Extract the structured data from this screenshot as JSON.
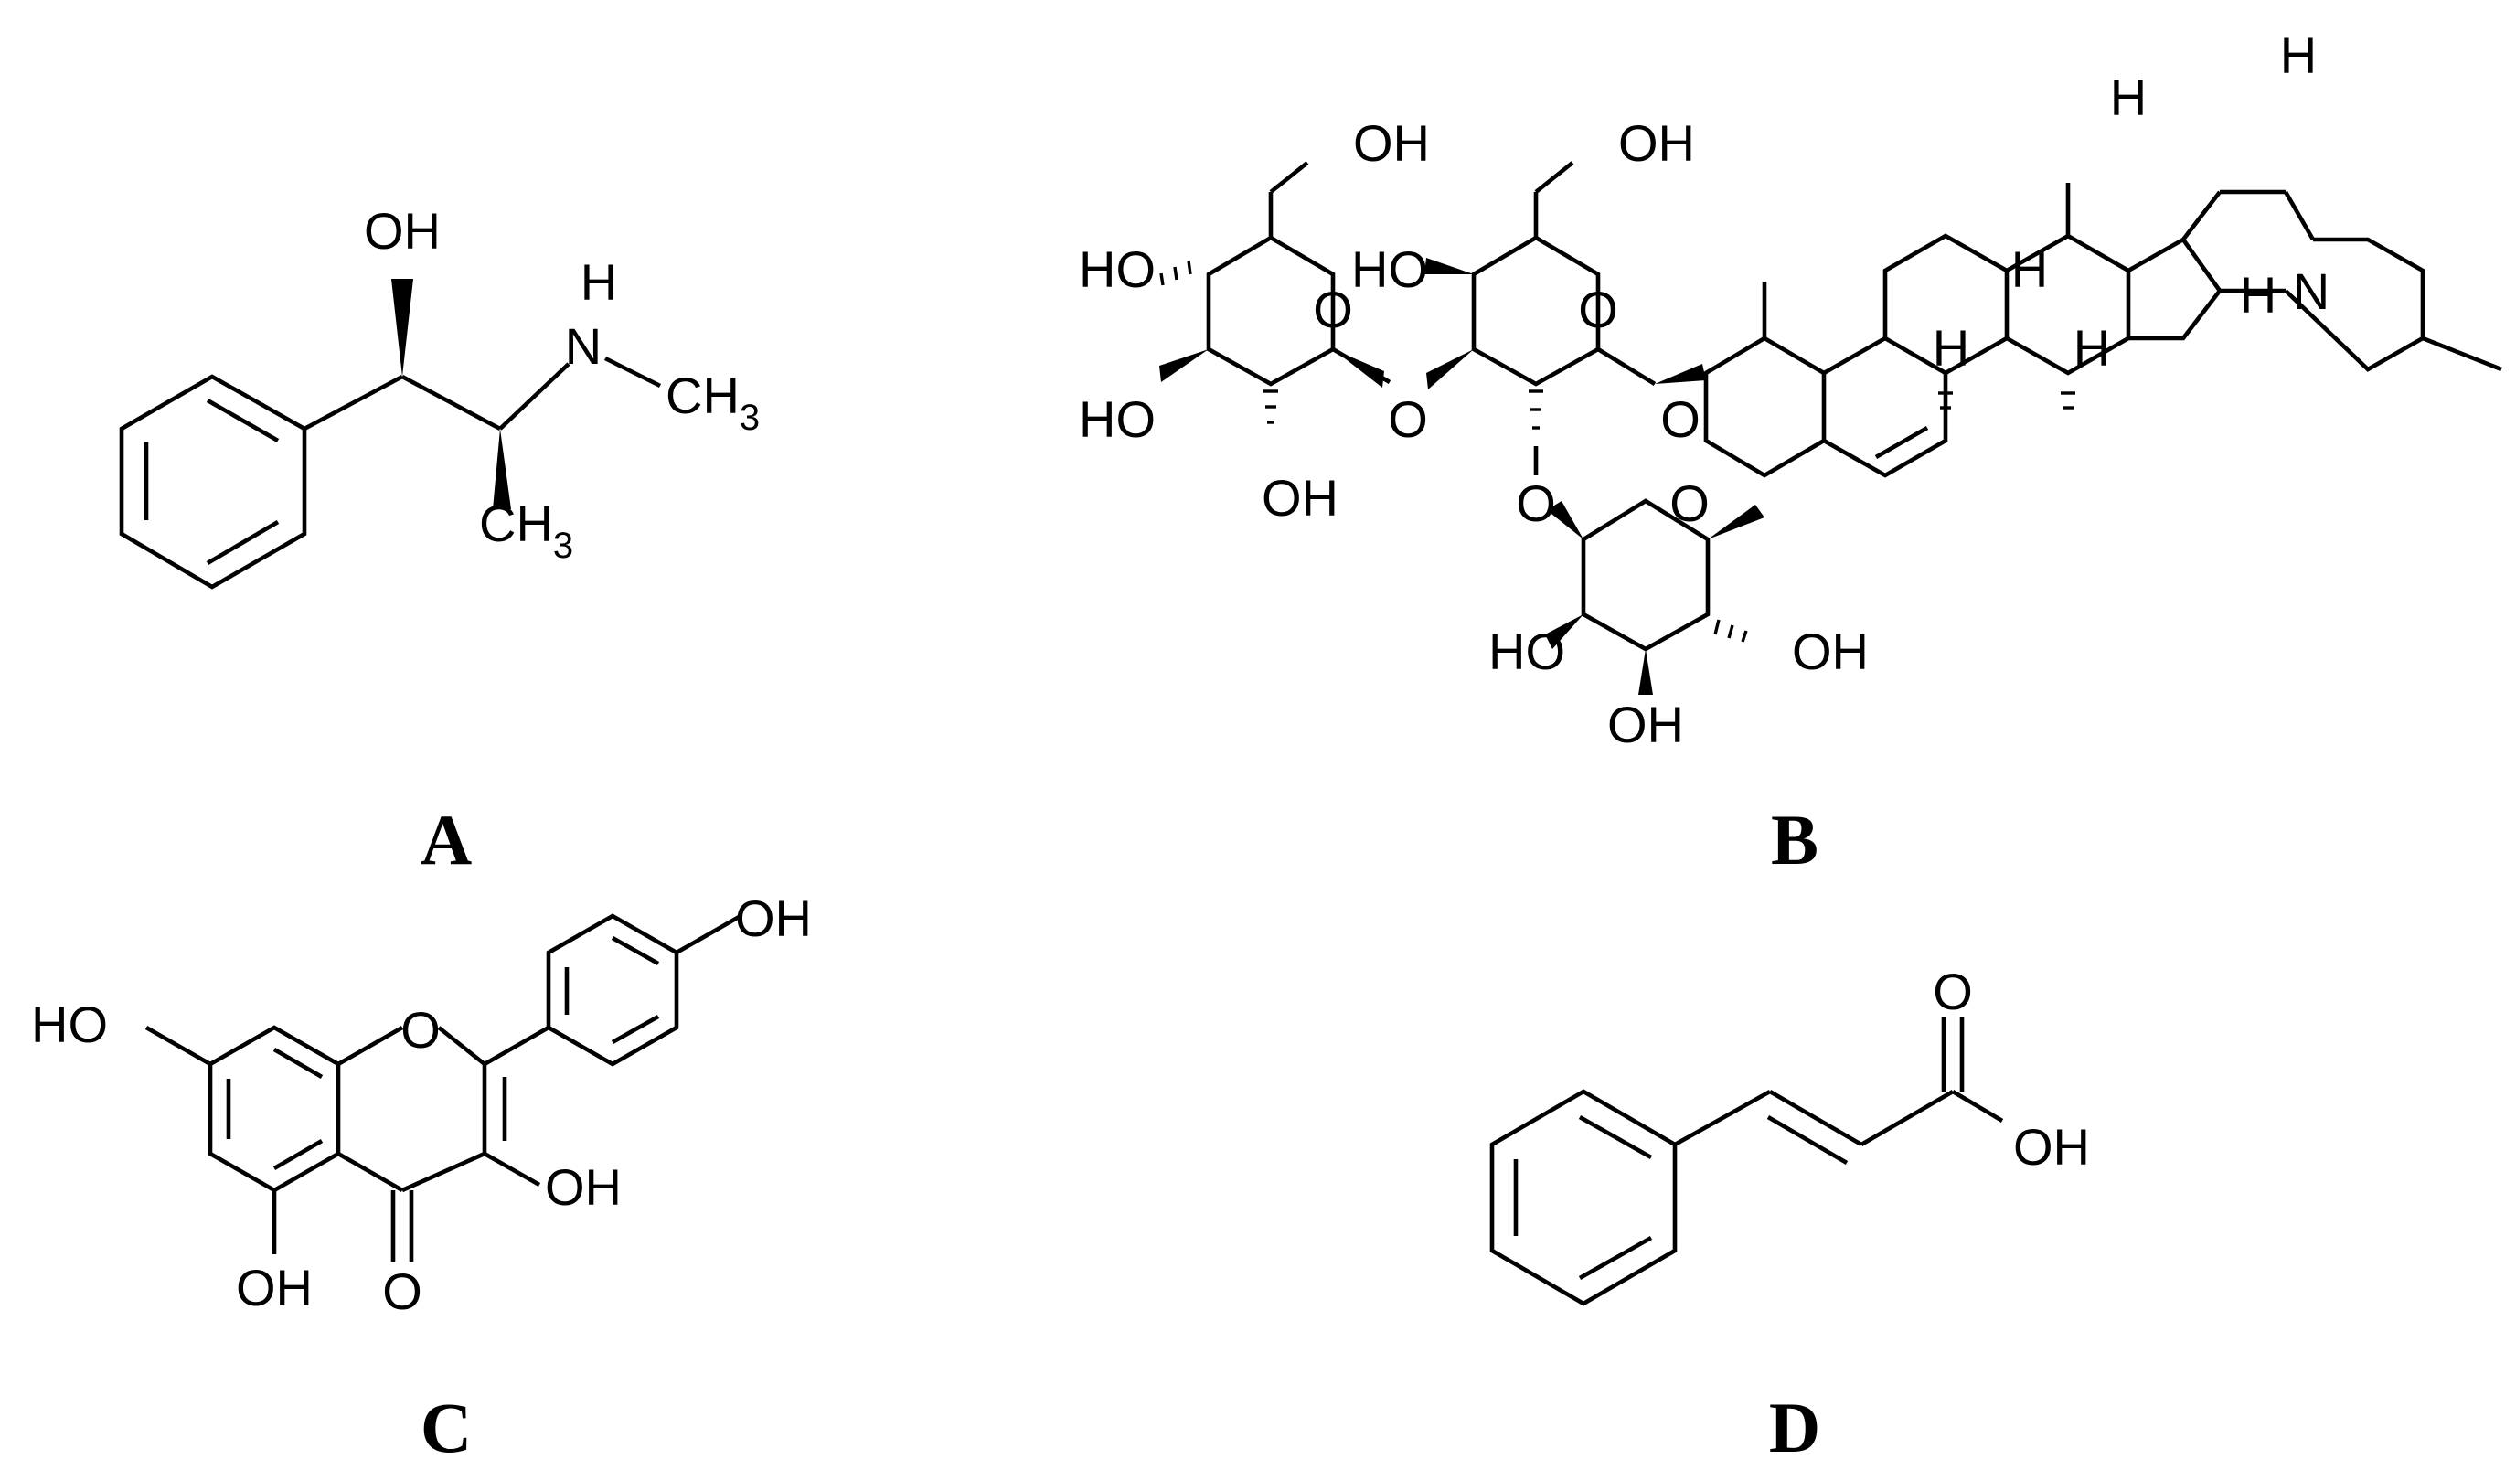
{
  "panels": {
    "a": {
      "label": "A"
    },
    "b": {
      "label": "B"
    },
    "c": {
      "label": "C"
    },
    "d": {
      "label": "D"
    }
  },
  "atoms": {
    "oh": "OH",
    "ho": "HO",
    "o": "O",
    "n": "N",
    "h": "H",
    "ch": "CH",
    "three": "3"
  }
}
